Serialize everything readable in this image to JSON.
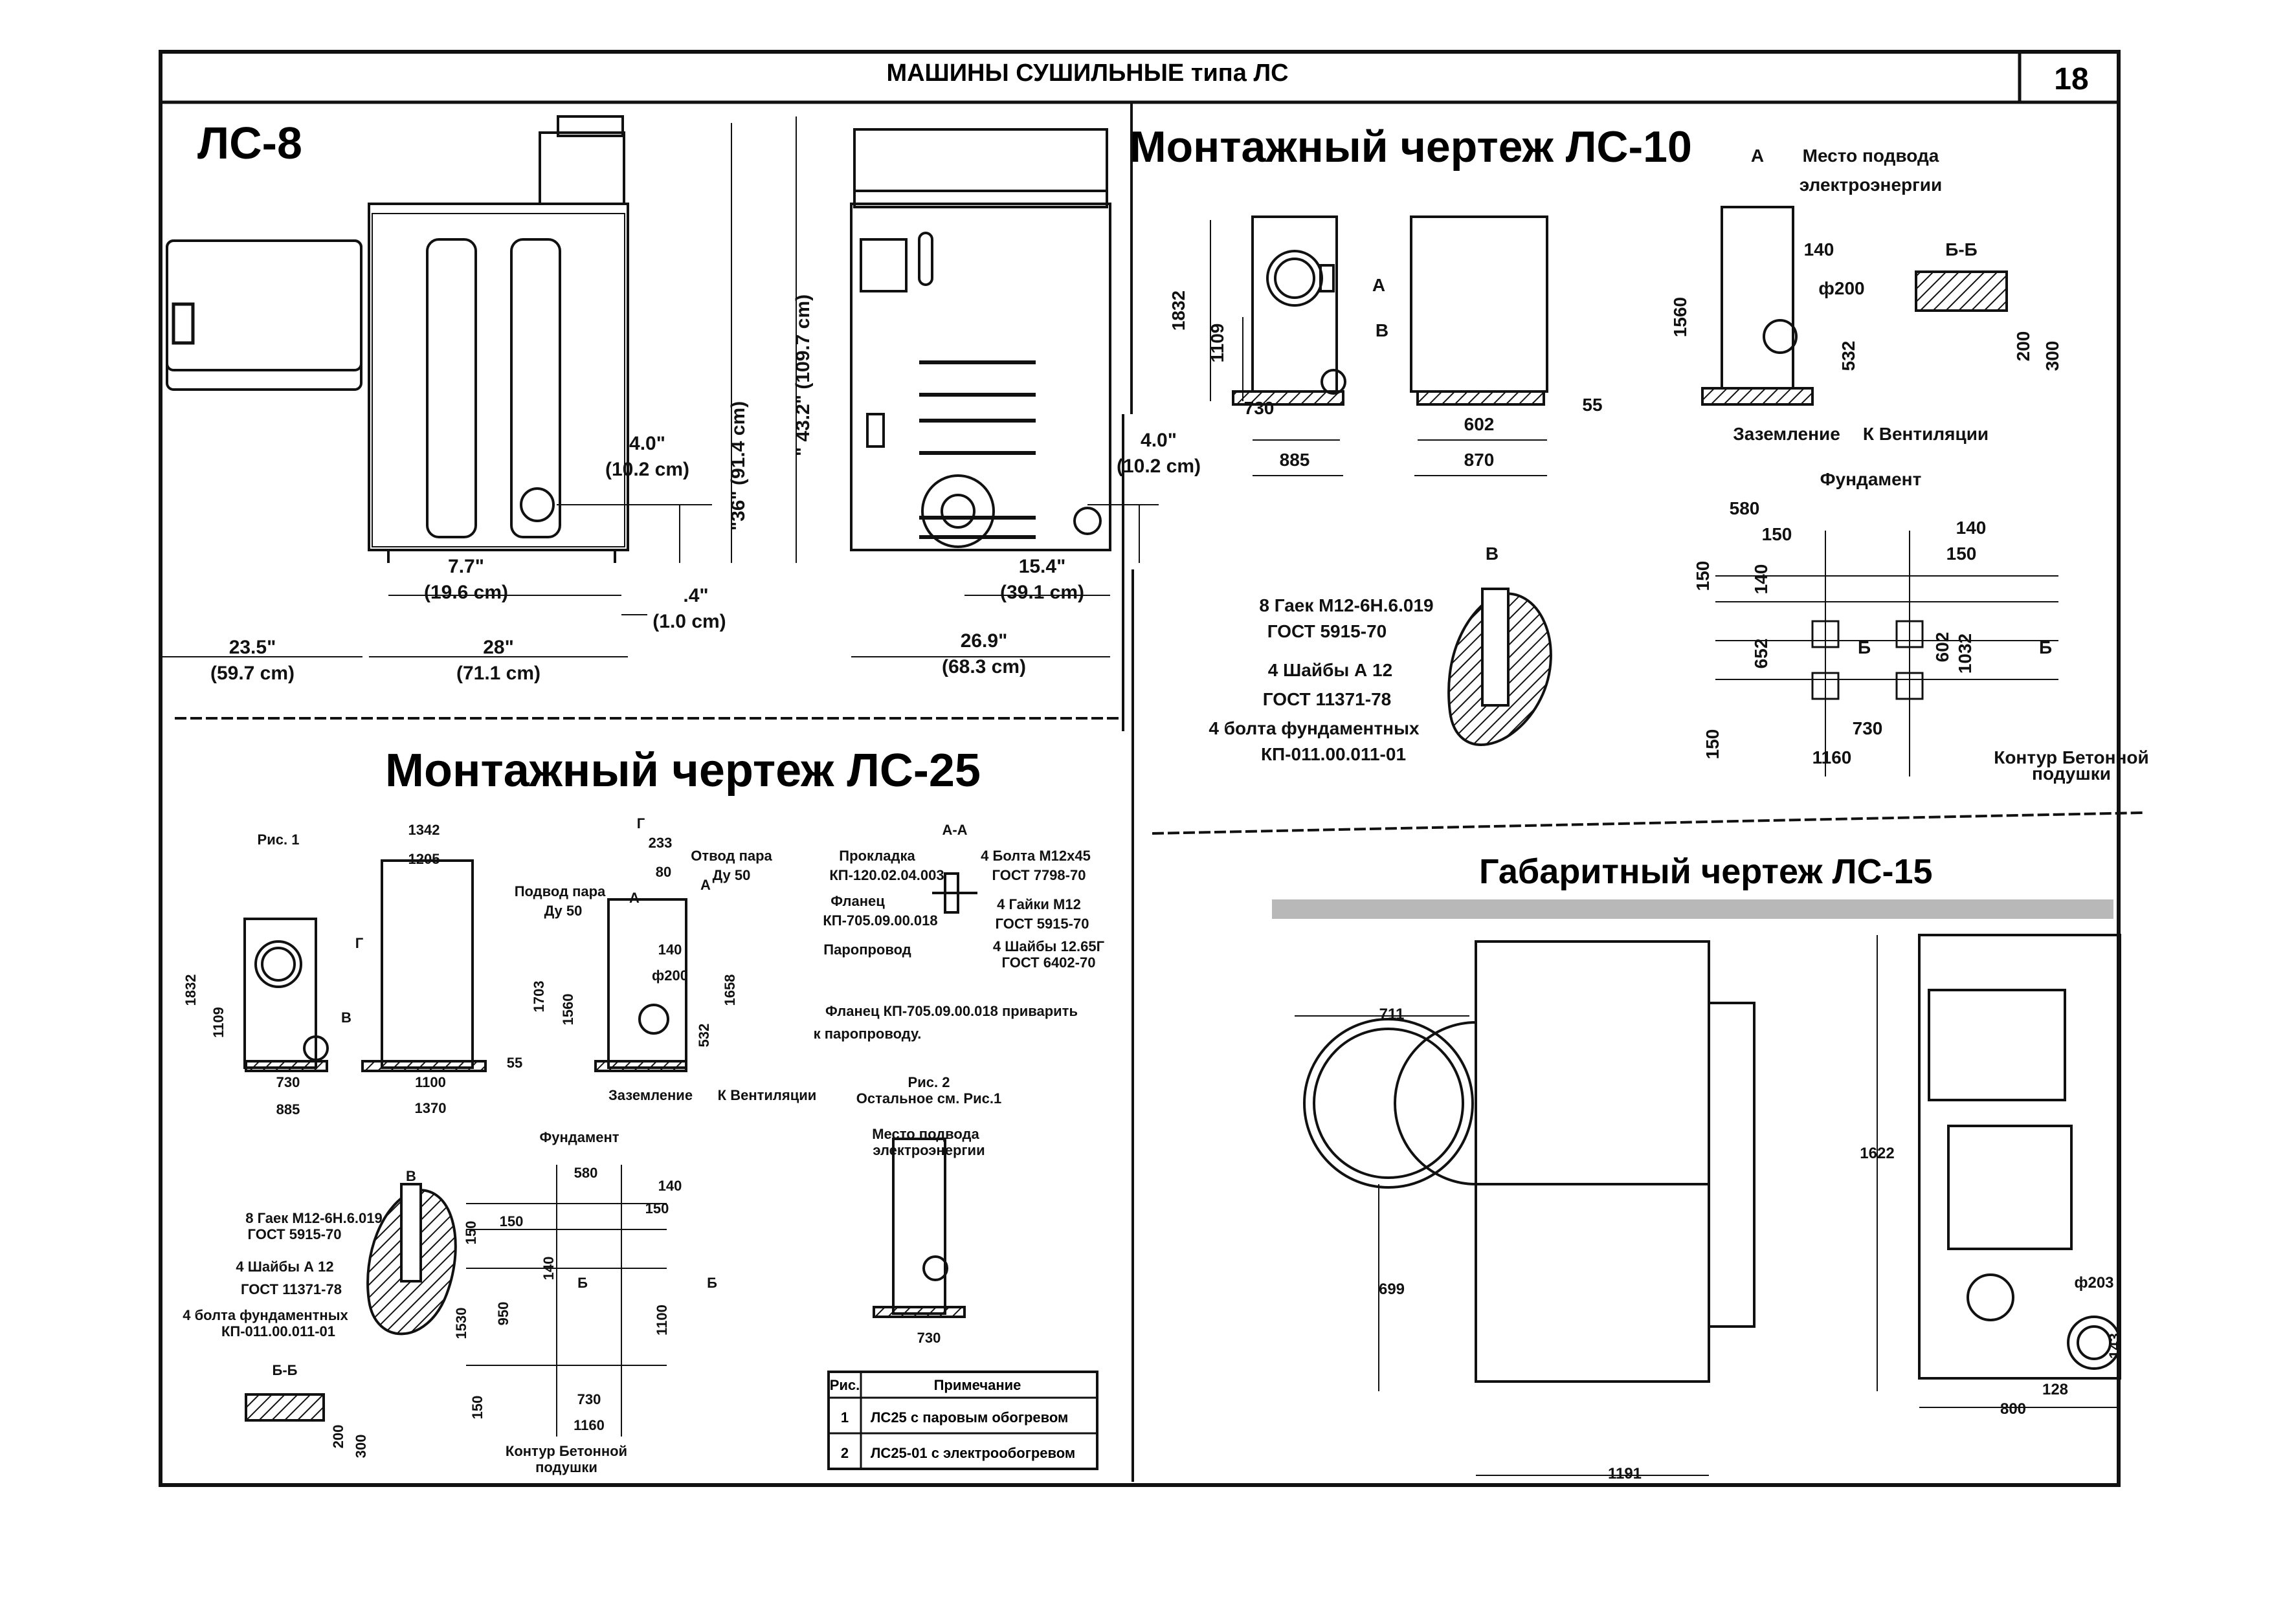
{
  "header": {
    "title": "МАШИНЫ СУШИЛЬНЫЕ типа ЛС",
    "page_number": "18"
  },
  "ls8": {
    "label": "ЛС-8",
    "dims": {
      "d_4in": "4.0\"",
      "d_4cm": "(10.2 cm)",
      "d_36in": "\"36\" (91.4 cm)",
      "d_43in": "\" 43.2\" (109.7 cm)",
      "d_4in_b": "4.0\"",
      "d_4cm_b": "(10.2 cm)",
      "d_77in": "7.7\"",
      "d_77cm": "(19.6 cm)",
      "d_04in": ".4\"",
      "d_04cm": "(1.0 cm)",
      "d_154in": "15.4\"",
      "d_154cm": "(39.1 cm)",
      "d_235in": "23.5\"",
      "d_235cm": "(59.7 cm)",
      "d_28in": "28\"",
      "d_28cm": "(71.1 cm)",
      "d_269in": "26.9\"",
      "d_269cm": "(68.3 cm)"
    }
  },
  "ls10": {
    "title": "Монтажный чертеж ЛС-10",
    "labels": {
      "power": "Место подвода",
      "power2": "электроэнергии",
      "a": "А",
      "a2": "А",
      "b": "В",
      "bb": "Б-Б",
      "ground": "Заземление",
      "vent": "К Вентиляции",
      "foundation": "Фундамент",
      "b_big": "В",
      "nut1": "8 Гаек М12-6Н.6.019",
      "nut2": "ГОСТ 5915-70",
      "washer1": "4 Шайбы А 12",
      "washer2": "ГОСТ 11371-78",
      "bolt1": "4 болта фундаментных",
      "bolt2": "КП-011.00.011-01",
      "contour1": "Контур Бетонной",
      "contour2": "подушки",
      "b1": "Б",
      "b2": "Б"
    },
    "dims": {
      "h1832": "1832",
      "h1109": "1109",
      "w730": "730",
      "w885": "885",
      "w602": "602",
      "w870": "870",
      "d55": "55",
      "h1560": "1560",
      "w140": "140",
      "phi200": "ф200",
      "h532": "532",
      "h200": "200",
      "h300": "300",
      "f580": "580",
      "f150": "150",
      "f140": "140",
      "f150b": "150",
      "f150v": "150",
      "f140v": "140",
      "f652": "652",
      "f602": "602",
      "f1032": "1032",
      "f150c": "150",
      "f730": "730",
      "f1160": "1160"
    }
  },
  "ls25": {
    "title": "Монтажный чертеж ЛС-25",
    "labels": {
      "fig1": "Рис. 1",
      "g": "Г",
      "g2": "Г",
      "a": "А",
      "a_left": "А",
      "aa": "А-А",
      "steam_out1": "Отвод пара",
      "steam_out2": "Ду 50",
      "steam_in1": "Подвод пара",
      "steam_in2": "Ду 50",
      "ground": "Заземление",
      "vent": "К Вентиляции",
      "gasket1": "Прокладка",
      "gasket2": "КП-120.02.04.003",
      "flange1": "Фланец",
      "flange2": "КП-705.09.00.018",
      "pipe": "Паропровод",
      "bolt1": "4 Болта М12х45",
      "bolt2": "ГОСТ 7798-70",
      "nut1": "4 Гайки М12",
      "nut2": "ГОСТ 5915-70",
      "washer1": "4 Шайбы 12.65Г",
      "washer2": "ГОСТ 6402-70",
      "note1": "Фланец КП-705.09.00.018 приварить",
      "note2": "к паропроводу.",
      "fig2": "Рис. 2",
      "fig2b": "Остальное см. Рис.1",
      "power1": "Место подвода",
      "power2": "электроэнергии",
      "foundation": "Фундамент",
      "b": "В",
      "b_small": "В",
      "nutsA": "8 Гаек М12-6Н.6.019",
      "nutsB": "ГОСТ 5915-70",
      "washA": "4 Шайбы А 12",
      "washB": "ГОСТ 11371-78",
      "boltA": "4 болта фундаментных",
      "boltB": "КП-011.00.011-01",
      "bb": "Б-Б",
      "contour1": "Контур Бетонной",
      "contour2": "подушки",
      "b1": "Б",
      "b2": "Б"
    },
    "dims": {
      "h1832": "1832",
      "h1109": "1109",
      "w730": "730",
      "w885": "885",
      "w1342": "1342",
      "w1205": "1205",
      "w1100": "1100",
      "w1370": "1370",
      "d55": "55",
      "d233": "233",
      "d80": "80",
      "d140": "140",
      "phi200": "ф200",
      "h1703": "1703",
      "h1560": "1560",
      "h1658": "1658",
      "h532": "532",
      "w730b": "730",
      "f580": "580",
      "f140": "140",
      "f150": "150",
      "f150v": "150",
      "f150b": "150",
      "f1530": "1530",
      "f950": "950",
      "f140v": "140",
      "f1100": "1100",
      "f150c": "150",
      "f730": "730",
      "f1160": "1160",
      "h200": "200",
      "h300": "300"
    },
    "table": {
      "headers": [
        "Рис.",
        "Примечание"
      ],
      "rows": [
        [
          "1",
          "ЛС25 с паровым обогревом"
        ],
        [
          "2",
          "ЛС25-01 с электрообогревом"
        ]
      ]
    }
  },
  "ls15": {
    "title": "Габаритный чертеж ЛС-15",
    "dims": {
      "w711": "711",
      "h699": "699",
      "w1191": "1191",
      "h1622": "1622",
      "phi203": "ф203",
      "d128": "128",
      "d143": "143",
      "w800": "800"
    }
  }
}
